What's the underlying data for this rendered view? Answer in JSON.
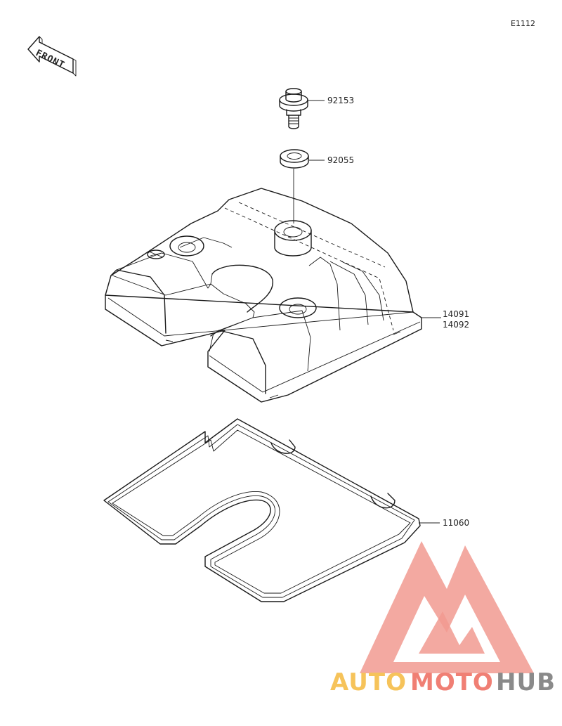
{
  "diagram_code": "E1112",
  "front_label": "FRONT",
  "parts": {
    "bolt": "92153",
    "washer": "92055",
    "cover_a": "14091",
    "cover_b": "14092",
    "gasket": "11060"
  },
  "watermark": {
    "part1": "AUTO",
    "part2": "MOTO",
    "part3": "HUB",
    "colors": {
      "auto": "#f6c35a",
      "moto": "#f07f74",
      "hub": "#8a8a8a",
      "logo": "#f19a90"
    }
  }
}
